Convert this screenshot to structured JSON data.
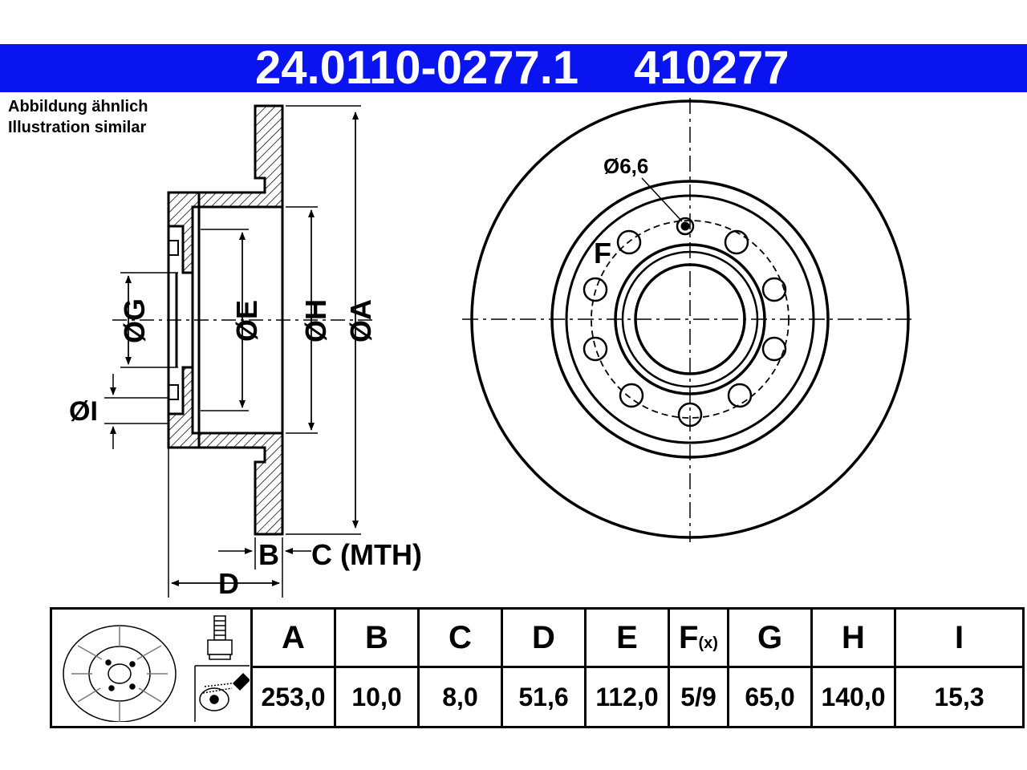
{
  "header": {
    "part_number": "24.0110-0277.1",
    "short_number": "410277",
    "color": "#0a14f0"
  },
  "note": {
    "line1": "Abbildung ähnlich",
    "line2": "Illustration similar"
  },
  "side_view_labels": {
    "g": "ØG",
    "e": "ØE",
    "h": "ØH",
    "a": "ØA",
    "i": "ØI",
    "b": "B",
    "c": "C (MTH)",
    "d": "D"
  },
  "front_view_labels": {
    "bolt_hole": "Ø6,6",
    "f": "F"
  },
  "table": {
    "headers": [
      "A",
      "B",
      "C",
      "D",
      "E",
      "F",
      "G",
      "H",
      "I"
    ],
    "f_suffix": "(x)",
    "values": [
      "253,0",
      "10,0",
      "8,0",
      "51,6",
      "112,0",
      "5/9",
      "65,0",
      "140,0",
      "15,3"
    ]
  },
  "icons": [
    "brake-disc-thumbnail-icon",
    "bolt-icon",
    "spray-cleaning-icon"
  ]
}
